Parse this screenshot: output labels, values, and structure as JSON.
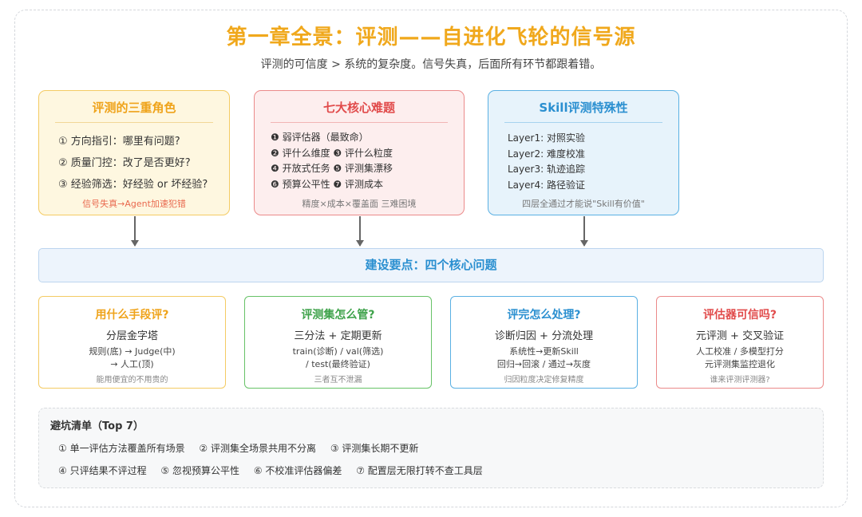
{
  "header": {
    "title": "第一章全景：评测——自进化飞轮的信号源",
    "subtitle": "评测的可信度 > 系统的复杂度。信号失真，后面所有环节都跟着错。"
  },
  "roles": {
    "title": "评测的三重角色",
    "items": [
      "① 方向指引：哪里有问题?",
      "② 质量门控：改了是否更好?",
      "③ 经验筛选：好经验 or 坏经验?"
    ],
    "footer": "信号失真→Agent加速犯错"
  },
  "difficulties": {
    "title": "七大核心难题",
    "rows": [
      "❶ 弱评估器（最致命）",
      "❷ 评什么维度 ❸ 评什么粒度",
      "❹ 开放式任务 ❺ 评测集漂移",
      "❻ 预算公平性 ❼ 评测成本"
    ],
    "footer": "精度×成本×覆盖面 三难困境"
  },
  "skill": {
    "title": "Skill评测特殊性",
    "layers": [
      "Layer1: 对照实验",
      "Layer2: 难度校准",
      "Layer3: 轨迹追踪",
      "Layer4: 路径验证"
    ],
    "footer": "四层全通过才能说\"Skill有价值\""
  },
  "banner": {
    "label": "建设要点：四个核心问题"
  },
  "questions": [
    {
      "title": "用什么手段评?",
      "subtitle": "分层金字塔",
      "lines": [
        "规则(底) → Judge(中)",
        "→ 人工(顶)"
      ],
      "note": "能用便宜的不用贵的"
    },
    {
      "title": "评测集怎么管?",
      "subtitle": "三分法 + 定期更新",
      "lines": [
        "train(诊断) / val(筛选)",
        "/ test(最终验证)"
      ],
      "note": "三者互不泄漏"
    },
    {
      "title": "评完怎么处理?",
      "subtitle": "诊断归因 + 分流处理",
      "lines": [
        "系统性→更新Skill",
        "回归→回滚 / 通过→灰度"
      ],
      "note": "归因粒度决定修复精度"
    },
    {
      "title": "评估器可信吗?",
      "subtitle": "元评测 + 交叉验证",
      "lines": [
        "人工校准 / 多模型打分",
        "元评测集监控退化"
      ],
      "note": "谁来评测评测器?"
    }
  ],
  "pitfalls": {
    "title": "避坑清单（Top 7）",
    "row1": [
      "① 单一评估方法覆盖所有场景",
      "② 评测集全场景共用不分离",
      "③ 评测集长期不更新"
    ],
    "row2": [
      "④ 只评结果不评过程",
      "⑤ 忽视预算公平性",
      "⑥ 不校准评估器偏差",
      "⑦ 配置层无限打转不查工具层"
    ]
  }
}
